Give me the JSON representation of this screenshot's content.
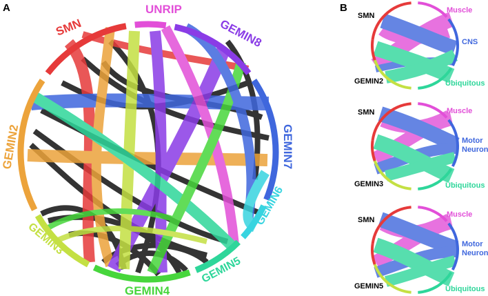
{
  "panel_a": {
    "letter": "A",
    "segments": [
      {
        "id": "smn",
        "label": "SMN",
        "color": "#e63a3a"
      },
      {
        "id": "unrip",
        "label": "UNRIP",
        "color": "#e24fd8"
      },
      {
        "id": "gemin8",
        "label": "GEMIN8",
        "color": "#8a3ce6"
      },
      {
        "id": "gemin7",
        "label": "GEMIN7",
        "color": "#3f67dd"
      },
      {
        "id": "gemin6",
        "label": "GEMIN6",
        "color": "#38d4e0"
      },
      {
        "id": "gemin5",
        "label": "GEMIN5",
        "color": "#2ed69a"
      },
      {
        "id": "gemin4",
        "label": "GEMIN4",
        "color": "#47d63c"
      },
      {
        "id": "gemin3",
        "label": "GEMIN3",
        "color": "#c4e043"
      },
      {
        "id": "gemin2",
        "label": "GEMIN2",
        "color": "#eca33b"
      }
    ]
  },
  "panel_b": {
    "letter": "B",
    "diagrams": [
      {
        "left": "SMN",
        "bottom_left": "GEMIN2",
        "right": [
          "Muscle",
          "CNS",
          "Ubiquitous"
        ]
      },
      {
        "left": "SMN",
        "bottom_left": "GEMIN3",
        "right": [
          "Muscle",
          "Motor",
          "Neuron",
          "Ubiquitous"
        ]
      },
      {
        "left": "SMN",
        "bottom_left": "GEMIN5",
        "right": [
          "Muscle",
          "Motor",
          "Neuron",
          "Ubiquitous"
        ]
      }
    ],
    "colors": {
      "muscle": "#e24fd8",
      "cns": "#3f67dd",
      "ubiquitous": "#2ed69a",
      "smn": "#e63a3a",
      "gemin": "#c4e043"
    }
  }
}
